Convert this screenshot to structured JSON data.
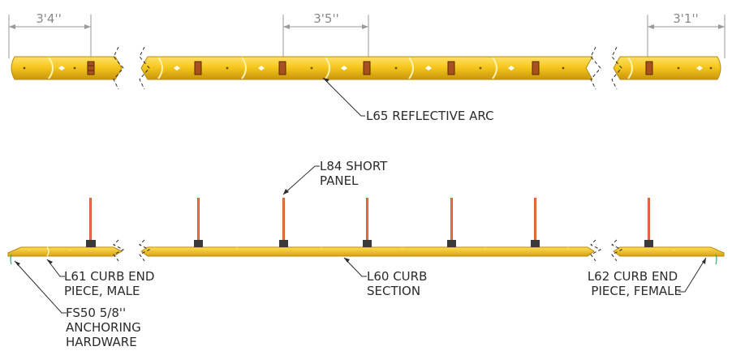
{
  "dimensions": {
    "left": "3'4''",
    "middle": "3'5''",
    "right": "3'1''"
  },
  "labels": {
    "reflective_arc": "L65 REFLECTIVE ARC",
    "short_panel": [
      "L84 SHORT",
      "PANEL"
    ],
    "curb_end_male": [
      "L61 CURB END",
      "PIECE, MALE"
    ],
    "curb_section": [
      "L60 CURB",
      "SECTION"
    ],
    "curb_end_female": [
      "L62 CURB END",
      "PIECE, FEMALE"
    ],
    "anchoring_hardware": [
      "FS50 5/8''",
      "ANCHORING",
      "HARDWARE"
    ]
  },
  "colors": {
    "curb_yellow": "#f2c21b",
    "curb_dark": "#c9950d",
    "panel_orange": "#e0643a",
    "line": "#2b2b2b",
    "dimension": "#9a9a9a"
  }
}
